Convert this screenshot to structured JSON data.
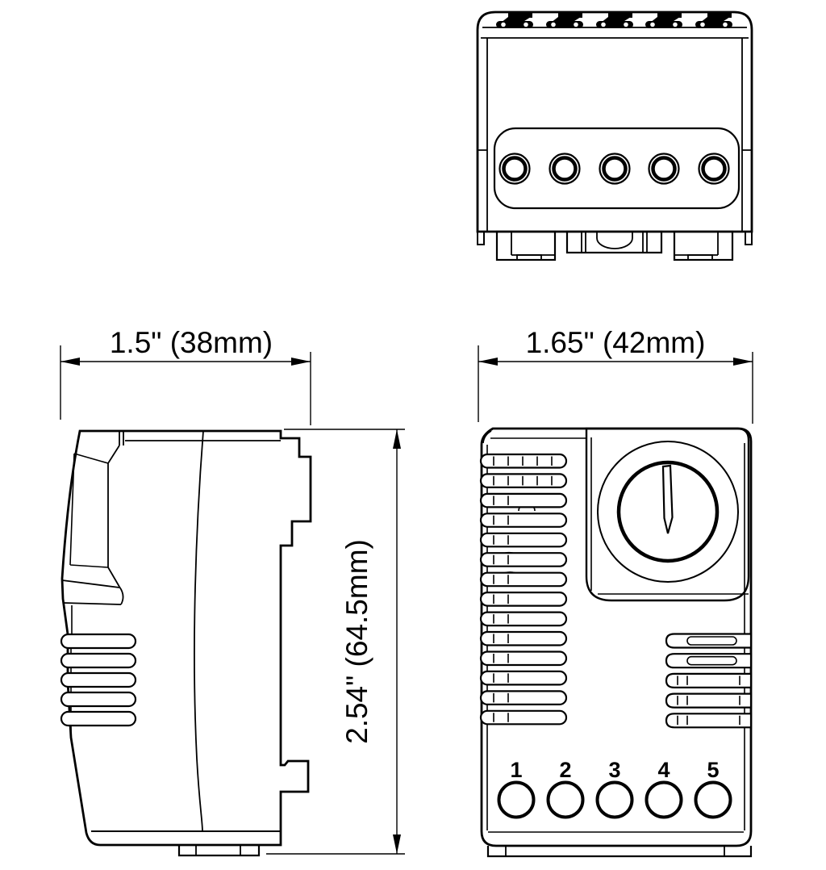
{
  "drawing": {
    "background_color": "#ffffff",
    "line_color": "#000000",
    "top_view": {
      "terminal_count": 5
    },
    "side_view": {
      "width_dimension_label": "1.5\" (38mm)",
      "height_dimension_label": "2.54\" (64.5mm)"
    },
    "front_view": {
      "width_dimension_label": "1.65\" (42mm)",
      "terminal_labels": [
        "1",
        "2",
        "3",
        "4",
        "5"
      ]
    }
  }
}
